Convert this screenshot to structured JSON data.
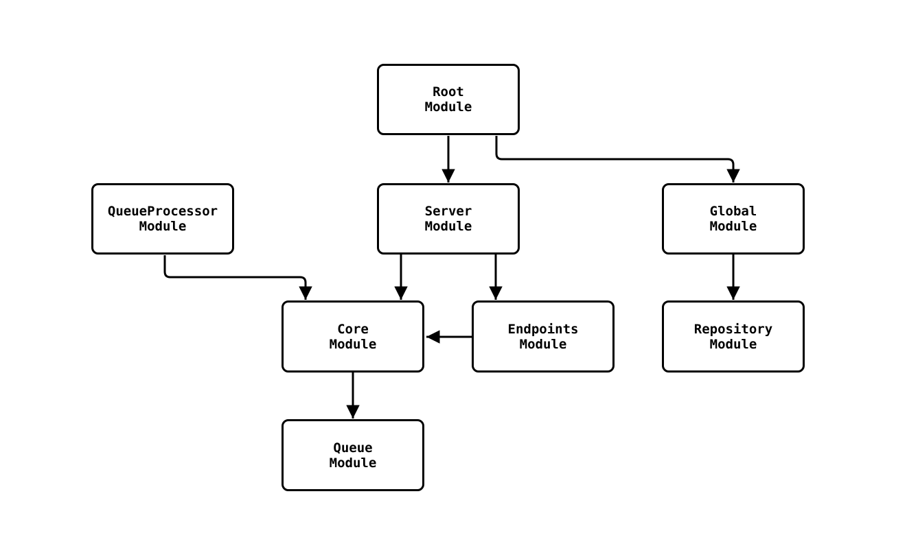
{
  "diagram": {
    "type": "module-dependency-flowchart",
    "background_color": "#ffffff",
    "node_fill_color": "#ffffff",
    "node_border_color": "#000000",
    "edge_color": "#000000",
    "nodes": {
      "root": {
        "label": "Root\nModule"
      },
      "queue_processor": {
        "label": "QueueProcessor\nModule"
      },
      "server": {
        "label": "Server\nModule"
      },
      "global": {
        "label": "Global\nModule"
      },
      "core": {
        "label": "Core\nModule"
      },
      "endpoints": {
        "label": "Endpoints\nModule"
      },
      "repository": {
        "label": "Repository\nModule"
      },
      "queue": {
        "label": "Queue\nModule"
      }
    },
    "edges": [
      {
        "from": "Root Module",
        "to": "Server Module"
      },
      {
        "from": "Root Module",
        "to": "Global Module"
      },
      {
        "from": "QueueProcessor Module",
        "to": "Core Module"
      },
      {
        "from": "Server Module",
        "to": "Core Module"
      },
      {
        "from": "Server Module",
        "to": "Endpoints Module"
      },
      {
        "from": "Endpoints Module",
        "to": "Core Module"
      },
      {
        "from": "Global Module",
        "to": "Repository Module"
      },
      {
        "from": "Core Module",
        "to": "Queue Module"
      }
    ]
  }
}
